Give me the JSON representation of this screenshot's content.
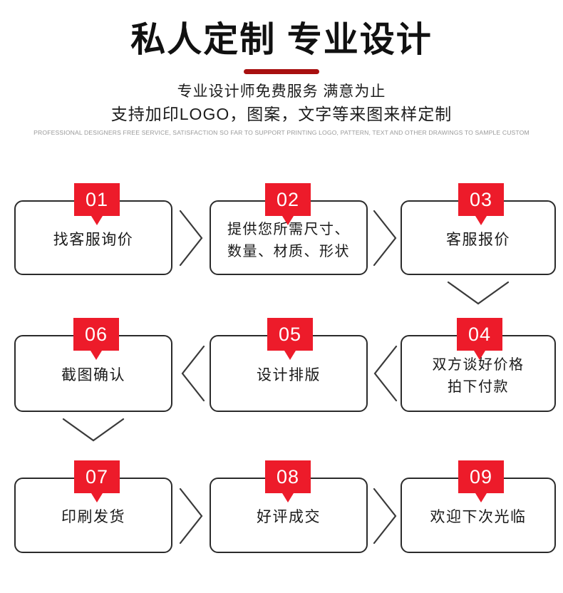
{
  "header": {
    "title": "私人定制 专业设计",
    "subtitle_line1": "专业设计师免费服务 满意为止",
    "subtitle_line2": "支持加印LOGO，图案，文字等来图来样定制",
    "subtitle_en": "PROFESSIONAL DESIGNERS FREE SERVICE, SATISFACTION SO FAR TO SUPPORT PRINTING LOGO, PATTERN, TEXT AND OTHER DRAWINGS TO SAMPLE CUSTOM"
  },
  "colors": {
    "badge_red": "#ed1b2a",
    "rule_red": "#a81010",
    "box_border": "#2b2b2b",
    "text": "#1a1a1a",
    "en_text": "#9a9a9a"
  },
  "steps": [
    {
      "number": "01",
      "label": "找客服询价"
    },
    {
      "number": "02",
      "label": "提供您所需尺寸、\n数量、材质、形状"
    },
    {
      "number": "03",
      "label": "客服报价"
    },
    {
      "number": "04",
      "label": "双方谈好价格\n拍下付款"
    },
    {
      "number": "05",
      "label": "设计排版"
    },
    {
      "number": "06",
      "label": "截图确认"
    },
    {
      "number": "07",
      "label": "印刷发货"
    },
    {
      "number": "08",
      "label": "好评成交"
    },
    {
      "number": "09",
      "label": "欢迎下次光临"
    }
  ],
  "connectors": [
    {
      "name": "arrow-01-to-02",
      "direction": "right"
    },
    {
      "name": "arrow-02-to-03",
      "direction": "right"
    },
    {
      "name": "arrow-03-to-04",
      "direction": "down"
    },
    {
      "name": "arrow-04-to-05",
      "direction": "left"
    },
    {
      "name": "arrow-05-to-06",
      "direction": "left"
    },
    {
      "name": "arrow-06-to-07",
      "direction": "down"
    },
    {
      "name": "arrow-07-to-08",
      "direction": "right"
    },
    {
      "name": "arrow-08-to-09",
      "direction": "right"
    }
  ]
}
